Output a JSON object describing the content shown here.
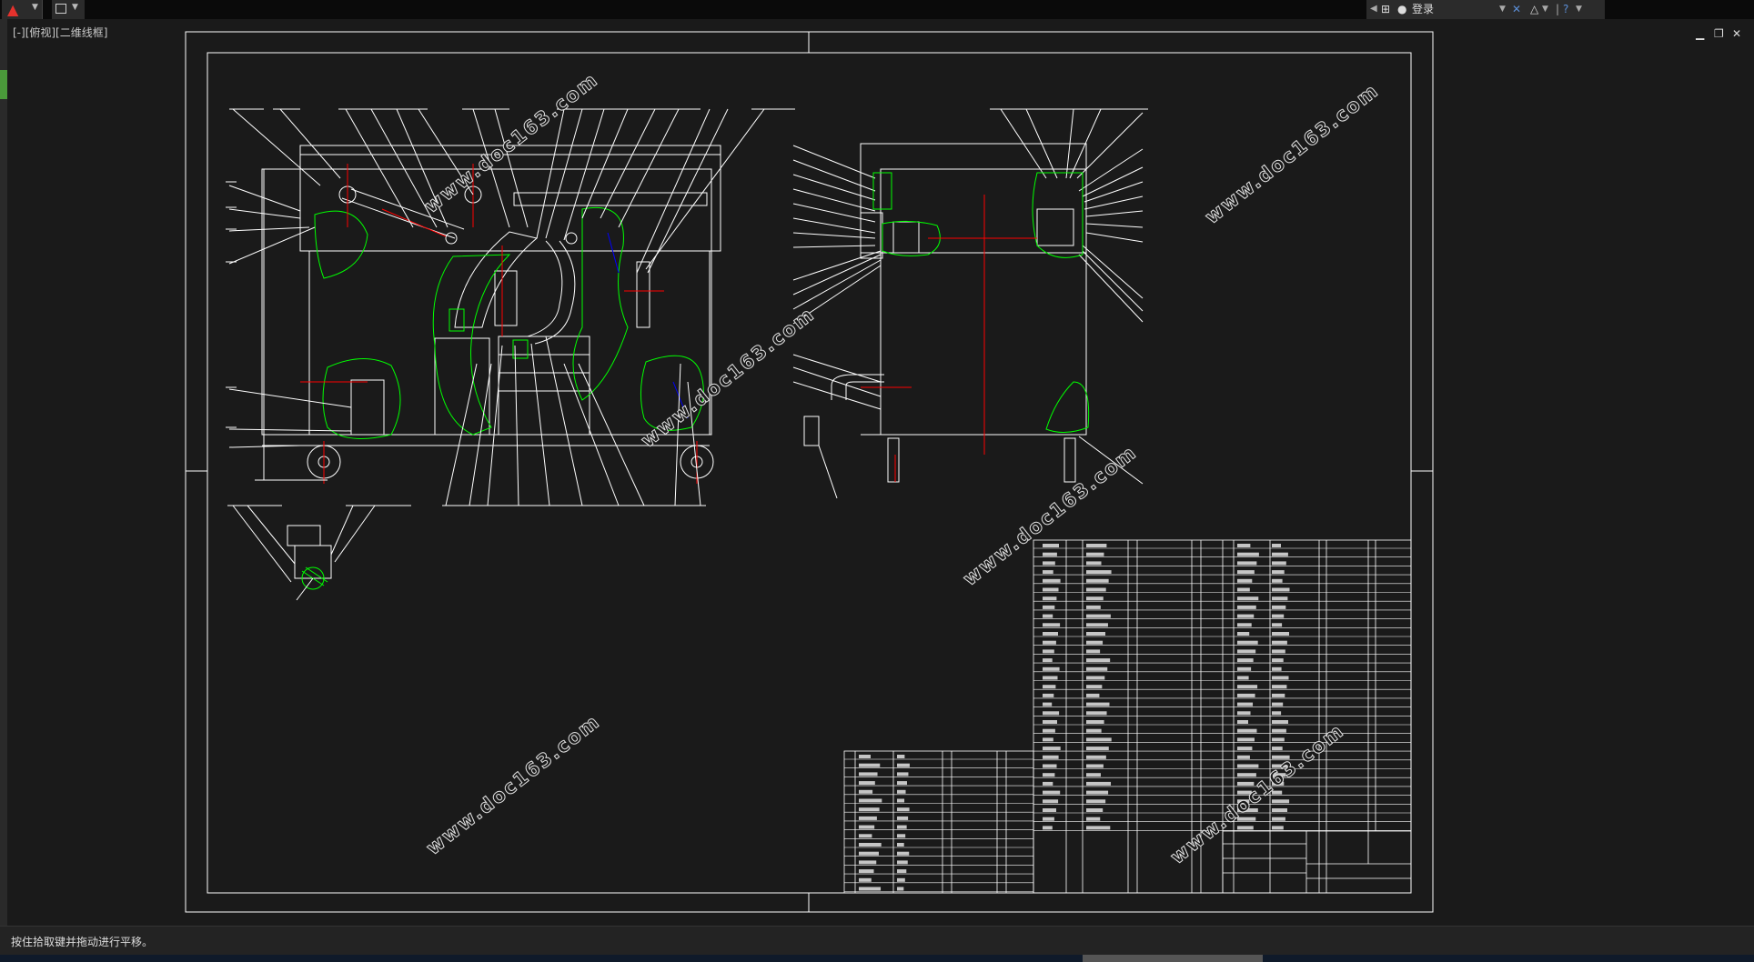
{
  "app": {
    "logo_icon": "autocad-app-icon",
    "user_label": "登录",
    "viewport_label": "[-][俯视][二维线框]"
  },
  "watermark": "www.doc163.com",
  "status": {
    "command_prompt": "按住拾取键并拖动进行平移。"
  },
  "colors": {
    "background": "#1a1a1a",
    "line": "#ffffff",
    "section": "#00ff00",
    "centerline": "#ff0000",
    "accent": "#0000ff"
  }
}
